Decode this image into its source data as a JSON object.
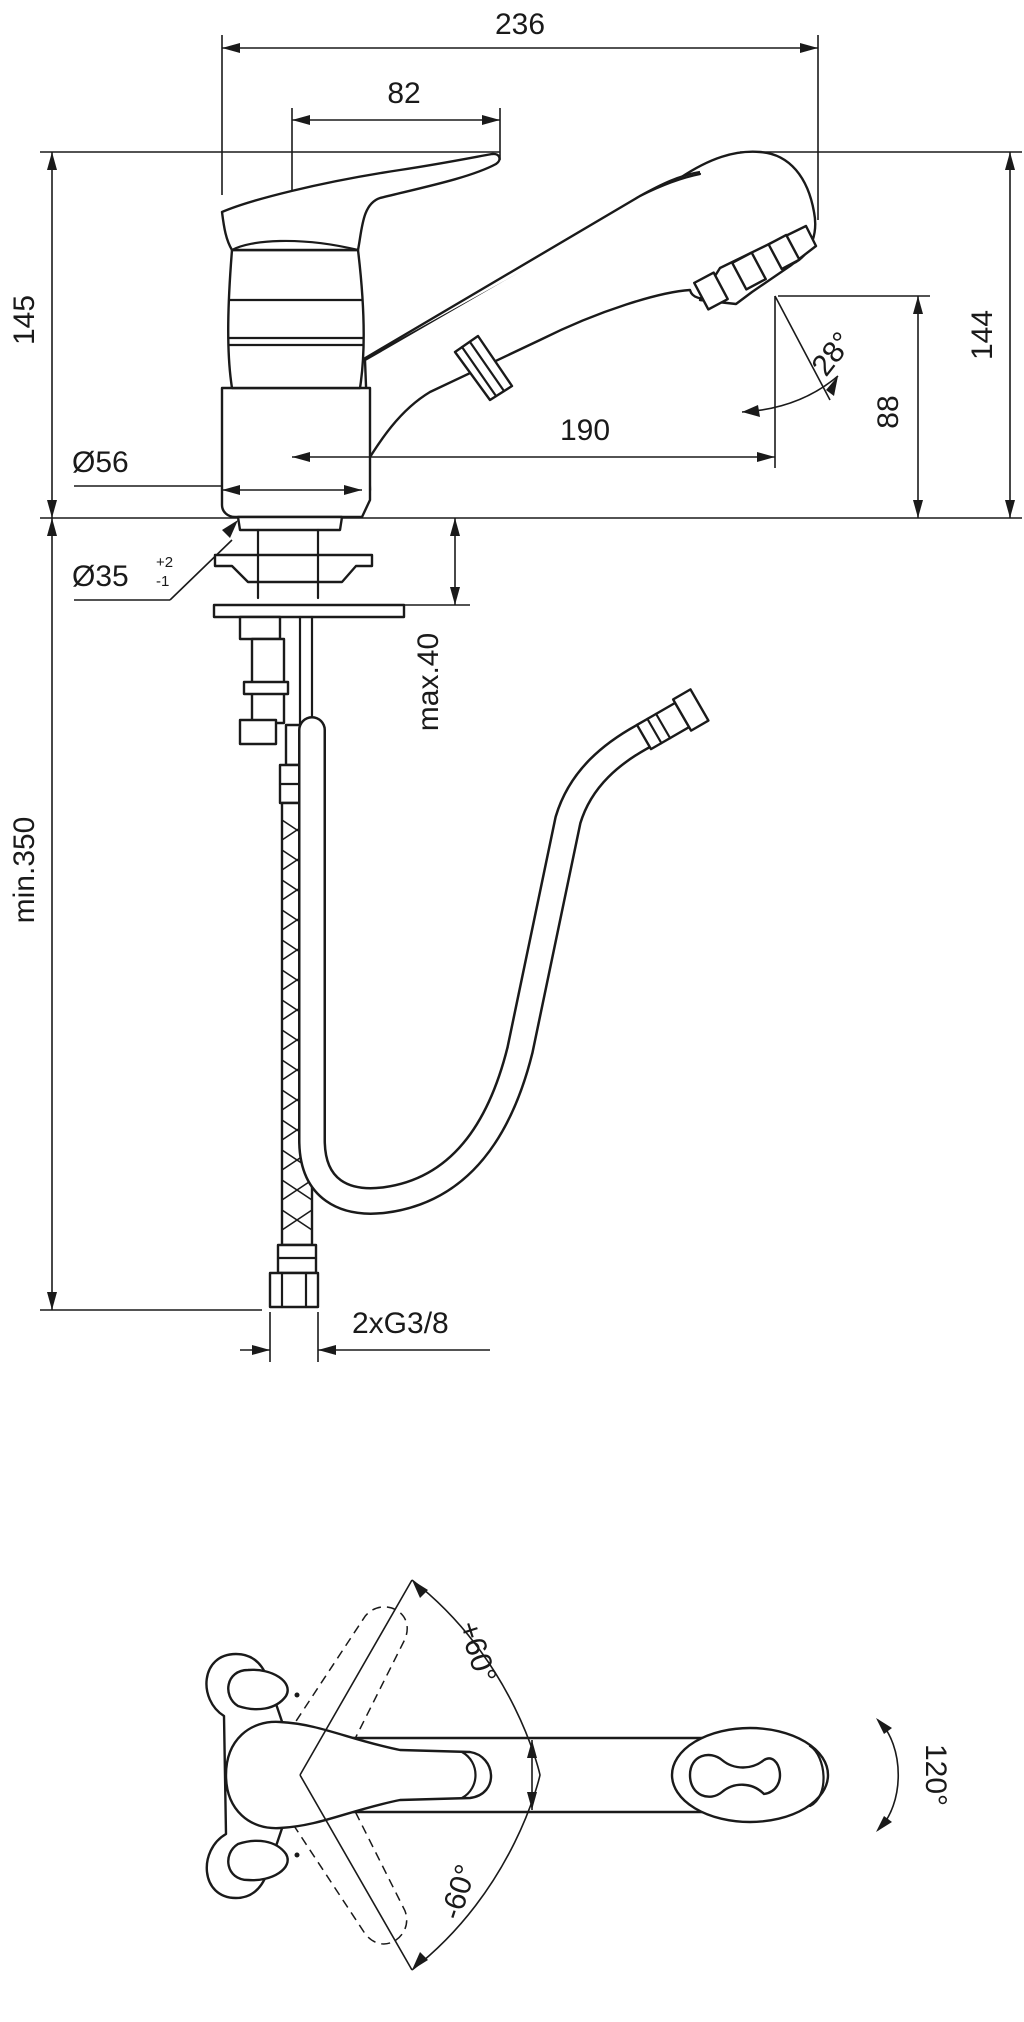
{
  "dimensions": {
    "total_length": "236",
    "handle_offset": "82",
    "height_left": "145",
    "height_right": "144",
    "spout_angle": "28°",
    "spout_height": "88",
    "spout_reach": "190",
    "base_diameter": "Ø56",
    "hole_diameter_base": "Ø35",
    "hole_tol_upper": "+2",
    "hole_tol_lower": "-1",
    "deck_thickness": "max.40",
    "hose_length": "min.350",
    "connection": "2xG3/8",
    "lever_angle_plus": "+60°",
    "lever_angle_minus": "-60°",
    "spout_swivel": "120°"
  }
}
